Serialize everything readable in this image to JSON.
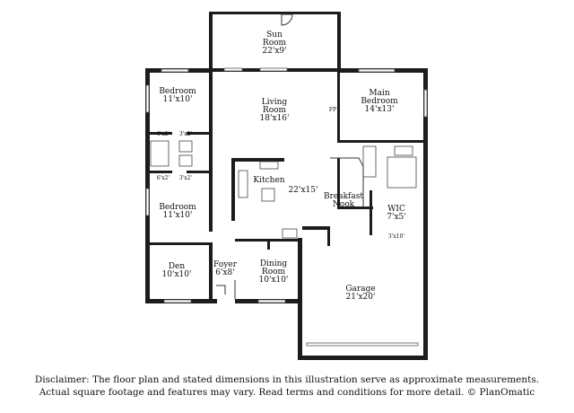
{
  "rooms": {
    "sun_room": {
      "name_1": "Sun",
      "name_2": "Room",
      "dims": "22'x9'"
    },
    "living_room": {
      "name_1": "Living",
      "name_2": "Room",
      "dims": "18'x16'"
    },
    "main_bedroom": {
      "name_1": "Main",
      "name_2": "Bedroom",
      "dims": "14'x13'"
    },
    "bedroom_top": {
      "name_1": "Bedroom",
      "dims": "11'x10'"
    },
    "bedroom_bottom": {
      "name_1": "Bedroom",
      "dims": "11'x10'"
    },
    "kitchen": {
      "name_1": "Kitchen",
      "dims": "22'x15'"
    },
    "breakfast_nook": {
      "name_1": "Breakfast",
      "name_2": "Nook"
    },
    "wic": {
      "name_1": "WIC",
      "dims": "7'x5'"
    },
    "den": {
      "name_1": "Den",
      "dims": "10'x10'"
    },
    "foyer": {
      "name_1": "Foyer",
      "dims": "6'x8'"
    },
    "dining_room": {
      "name_1": "Dining",
      "name_2": "Room",
      "dims": "10'x10'"
    },
    "garage": {
      "name_1": "Garage",
      "dims": "21'x20'"
    }
  },
  "small_labels": {
    "fp": "FP",
    "closet_1": "6'x2'",
    "closet_2": "6'x2'",
    "closet_3": "3'x2'",
    "closet_4": "3'x2'",
    "laundry": "3'x10'"
  },
  "disclaimer": {
    "line_1": "Disclaimer: The floor plan and stated dimensions in this illustration serve as approximate measurements.",
    "line_2": "Actual square footage and features may vary. Read terms and conditions for more detail. © PlanOmatic"
  }
}
